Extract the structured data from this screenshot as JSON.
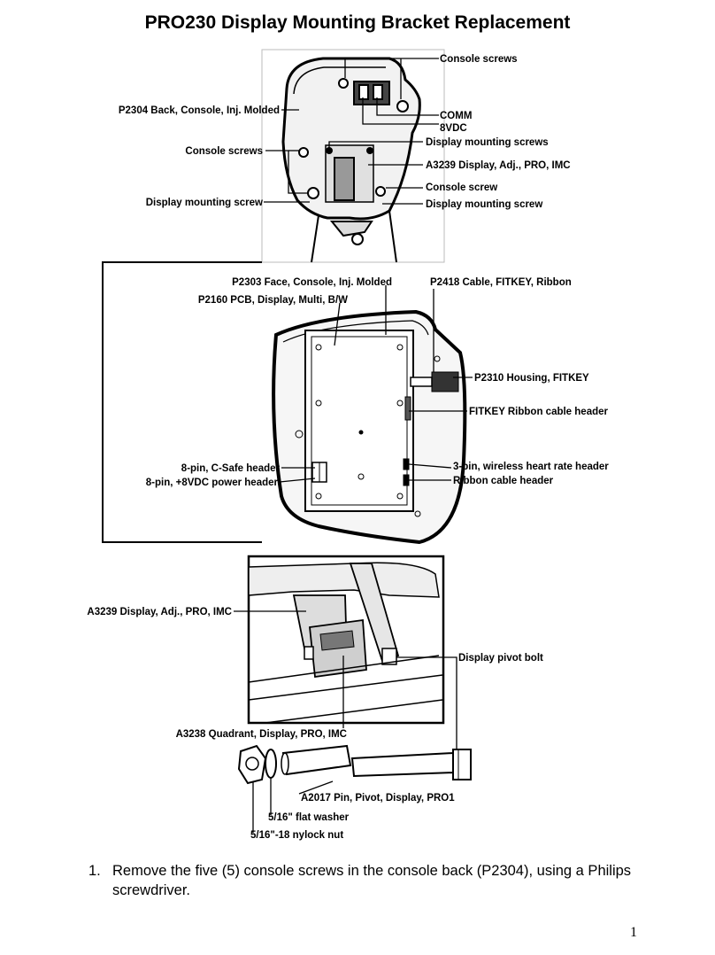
{
  "document": {
    "title": "PRO230 Display Mounting Bracket Replacement",
    "page_number": "1"
  },
  "figure1": {
    "labels": {
      "console_screws_top": "Console screws",
      "back_console": "P2304 Back, Console, Inj. Molded",
      "comm": "COMM",
      "vdc": "8VDC",
      "display_mounting_screws": "Display mounting screws",
      "console_screws_left": "Console screws",
      "display_adj": "A3239 Display, Adj., PRO, IMC",
      "console_screw": "Console screw",
      "display_mounting_screw_left": "Display mounting screw",
      "display_mounting_screw_right": "Display mounting screw"
    }
  },
  "figure2": {
    "labels": {
      "face_console": "P2303 Face, Console, Inj. Molded",
      "cable_fitkey": "P2418 Cable, FITKEY, Ribbon",
      "pcb_display": "P2160 PCB, Display, Multi, B/W",
      "housing_fitkey": "P2310 Housing, FITKEY",
      "fitkey_header": "FITKEY Ribbon cable header",
      "csafe_header": "8-pin, C-Safe header",
      "wireless_header": "3-pin, wireless heart rate header",
      "power_header": "8-pin, +8VDC power header",
      "ribbon_header": "Ribbon cable header"
    }
  },
  "figure3": {
    "labels": {
      "display_adj": "A3239 Display, Adj., PRO, IMC",
      "pivot_bolt": "Display pivot bolt",
      "quadrant": "A3238 Quadrant, Display, PRO, IMC",
      "pin_pivot": "A2017 Pin, Pivot, Display, PRO1",
      "flat_washer": "5/16\" flat washer",
      "nylock_nut": "5/16\"-18 nylock nut"
    }
  },
  "instructions": [
    {
      "number": "1.",
      "text": "Remove the five (5) console screws in the console back (P2304), using a Philips screwdriver."
    }
  ]
}
